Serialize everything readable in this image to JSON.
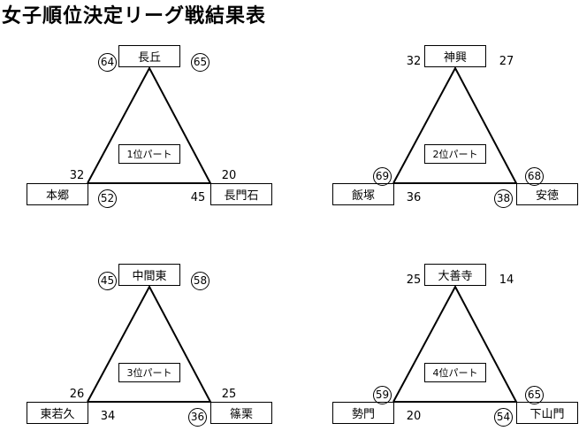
{
  "title": "女子順位決定リーグ戦結果表",
  "groups": [
    {
      "part": "1位パート",
      "top": "長丘",
      "left": "本郷",
      "right": "長門石",
      "scores": {
        "top_vs_left": {
          "value": "64",
          "win": true
        },
        "top_vs_right": {
          "value": "65",
          "win": true
        },
        "left_vs_top": {
          "value": "32",
          "win": false
        },
        "left_vs_right": {
          "value": "52",
          "win": true
        },
        "right_vs_left": {
          "value": "45",
          "win": false
        },
        "right_vs_top": {
          "value": "20",
          "win": false
        }
      }
    },
    {
      "part": "2位パート",
      "top": "神興",
      "left": "飯塚",
      "right": "安徳",
      "scores": {
        "top_vs_left": {
          "value": "32",
          "win": false
        },
        "top_vs_right": {
          "value": "27",
          "win": false
        },
        "left_vs_top": {
          "value": "69",
          "win": true
        },
        "left_vs_right": {
          "value": "36",
          "win": false
        },
        "right_vs_left": {
          "value": "38",
          "win": true
        },
        "right_vs_top": {
          "value": "68",
          "win": true
        }
      }
    },
    {
      "part": "3位パート",
      "top": "中間東",
      "left": "東若久",
      "right": "篠栗",
      "scores": {
        "top_vs_left": {
          "value": "45",
          "win": true
        },
        "top_vs_right": {
          "value": "58",
          "win": true
        },
        "left_vs_top": {
          "value": "26",
          "win": false
        },
        "left_vs_right": {
          "value": "34",
          "win": false
        },
        "right_vs_left": {
          "value": "36",
          "win": true
        },
        "right_vs_top": {
          "value": "25",
          "win": false
        }
      }
    },
    {
      "part": "4位パート",
      "top": "大善寺",
      "left": "勢門",
      "right": "下山門",
      "scores": {
        "top_vs_left": {
          "value": "25",
          "win": false
        },
        "top_vs_right": {
          "value": "14",
          "win": false
        },
        "left_vs_top": {
          "value": "59",
          "win": true
        },
        "left_vs_right": {
          "value": "20",
          "win": false
        },
        "right_vs_left": {
          "value": "54",
          "win": true
        },
        "right_vs_top": {
          "value": "65",
          "win": true
        }
      }
    }
  ]
}
